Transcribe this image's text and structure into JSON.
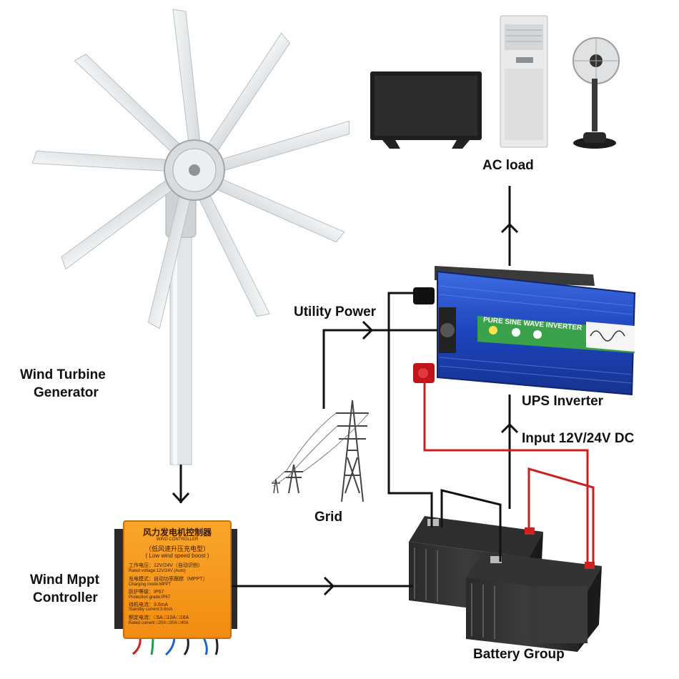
{
  "labels": {
    "ac_load": "AC load",
    "utility_power": "Utility Power",
    "wind_turbine_line1": "Wind Turbine",
    "wind_turbine_line2": "Generator",
    "ups_inverter": "UPS Inverter",
    "input_dc": "Input 12V/24V DC",
    "grid": "Grid",
    "controller_line1": "Wind Mppt",
    "controller_line2": "Controller",
    "battery_group": "Battery Group"
  },
  "inverter": {
    "panel_text": "PURE SINE WAVE INVERTER"
  },
  "controller": {
    "title_cn": "风力发电机控制器",
    "subtitle_en": "WIND CONTROLLER",
    "boost_cn": "（低风速升压充电型）",
    "boost_en": "( Low wind speed boost )",
    "spec1": "工作电压：12V/24V（自动识别）",
    "spec2": "Rated voltage:12V/24V (Auto)",
    "spec3": "充电模式：自动功率跟踪（MPPT）",
    "spec4": "Charging mode:MPPT",
    "spec5": "防护等级：IP67",
    "spec6": "Protection grade:IP67",
    "spec7": "待机电流：3.6mA",
    "spec8": "Standby current:3.6mA",
    "current_row1": "额定电流：□5A □10A □16A",
    "current_row2": "Rated current □20A □30A □40A"
  },
  "colors": {
    "wire_black": "#111111",
    "wire_red": "#cc1f1f",
    "inverter_blue": "#1f49c4",
    "controller_orange": "#f39a1d"
  }
}
